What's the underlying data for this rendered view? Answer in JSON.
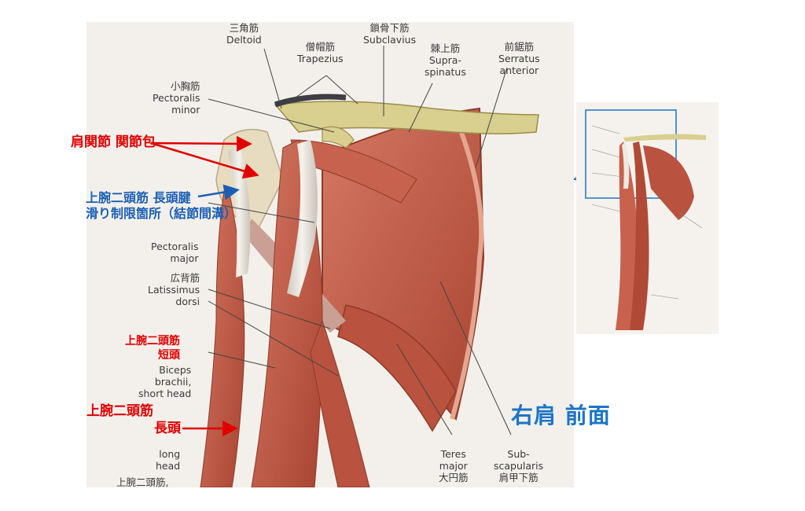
{
  "labels": {
    "deltoid": "三角筋\nDeltoid",
    "trapezius": "僧帽筋\nTrapezius",
    "subclavius": "鎖骨下筋\nSubclavius",
    "supraspinatus": "棘上筋\nSupra-\nspinatus",
    "serratus": "前鋸筋\nSerratus\nanterior",
    "pec_minor": "小胸筋\nPectoralis\nminor",
    "pec_major": "Pectoralis\nmajor",
    "latissimus": "広背筋\nLatissimus\ndorsi",
    "biceps_short": "Biceps\nbrachii,\nshort head",
    "biceps_long": "long\nhead",
    "biceps_bottom": "上腕二頭筋,",
    "teres_major": "Teres\nmajor\n大円筋",
    "subscapularis": "Sub-\nscapularis\n肩甲下筋"
  },
  "annotations": {
    "capsule": "肩関節 関節包",
    "long_tendon": "上腕二頭筋 長頭腱\n滑り制限箇所（結節間溝）",
    "short_head": "上腕二頭筋\n短頭",
    "long_head_1": "上腕二頭筋",
    "long_head_2": "長頭"
  },
  "title": "右肩 前面",
  "colors": {
    "muscle": "#c8614e",
    "muscle_dark": "#a5432f",
    "tendon": "#e9e6dc",
    "bone": "#d9cf8e",
    "red_annotation": "#e00000",
    "blue_annotation": "#1a5fb4",
    "title": "#1b74c5"
  }
}
